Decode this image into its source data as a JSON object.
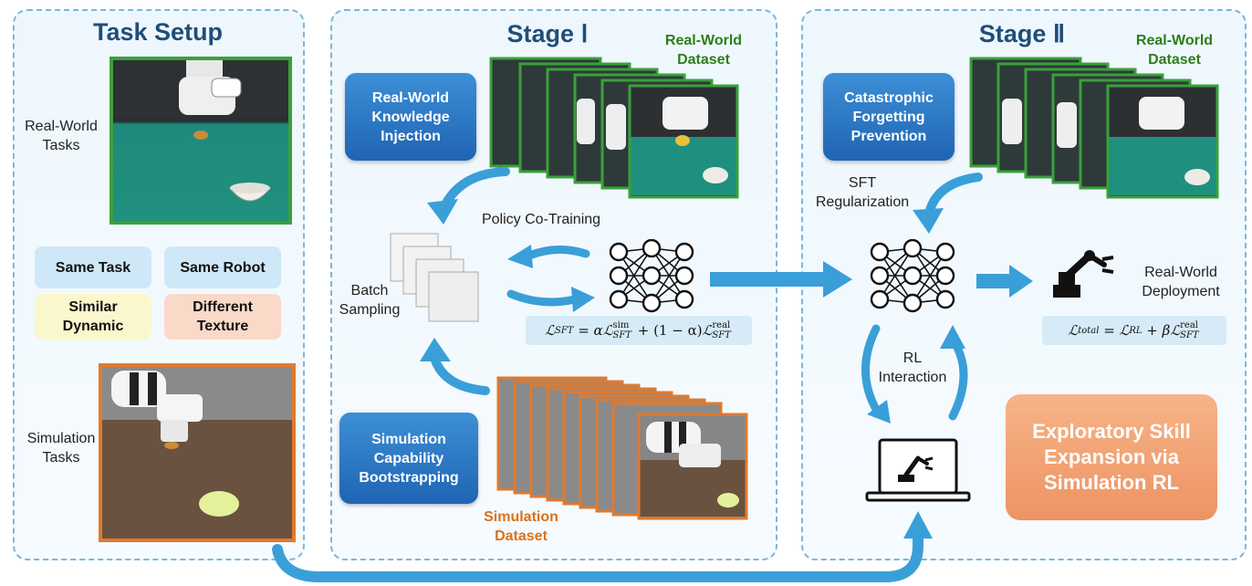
{
  "task_setup": {
    "title": "Task Setup",
    "real_world_tasks": "Real-World\nTasks",
    "simulation_tasks": "Simulation\nTasks",
    "same_task": "Same Task",
    "same_robot": "Same Robot",
    "similar_dynamic": "Similar\nDynamic",
    "different_texture": "Different\nTexture"
  },
  "stage1": {
    "title": "Stage Ⅰ",
    "real_world_dataset": "Real-World\nDataset",
    "knowledge_injection": "Real-World\nKnowledge\nInjection",
    "policy_cotraining": "Policy Co-Training",
    "batch_sampling": "Batch\nSampling",
    "sim_bootstrapping": "Simulation\nCapability\nBootstrapping",
    "simulation_dataset": "Simulation\nDataset",
    "formula": {
      "lhs": "ℒ",
      "lhs_sub": "SFT",
      "alpha": "α",
      "sim_sup": "sim",
      "real_sup": "real",
      "one_minus": "(1 − α)"
    }
  },
  "stage2": {
    "title": "Stage Ⅱ",
    "real_world_dataset": "Real-World\nDataset",
    "forgetting_prevention": "Catastrophic\nForgetting\nPrevention",
    "sft_regularization": "SFT\nRegularization",
    "rl_interaction": "RL\nInteraction",
    "real_world_deployment": "Real-World\nDeployment",
    "exploratory": "Exploratory Skill\nExpansion via\nSimulation RL",
    "formula": {
      "lhs": "ℒ",
      "lhs_sub": "total",
      "rl_sub": "RL",
      "beta": "β",
      "real_sup": "real",
      "sft_sub": "SFT"
    }
  },
  "colors": {
    "accent_blue": "#3a9fd8",
    "title_blue": "#1f4e79",
    "green": "#2f7d1a",
    "orange": "#d9721b"
  }
}
